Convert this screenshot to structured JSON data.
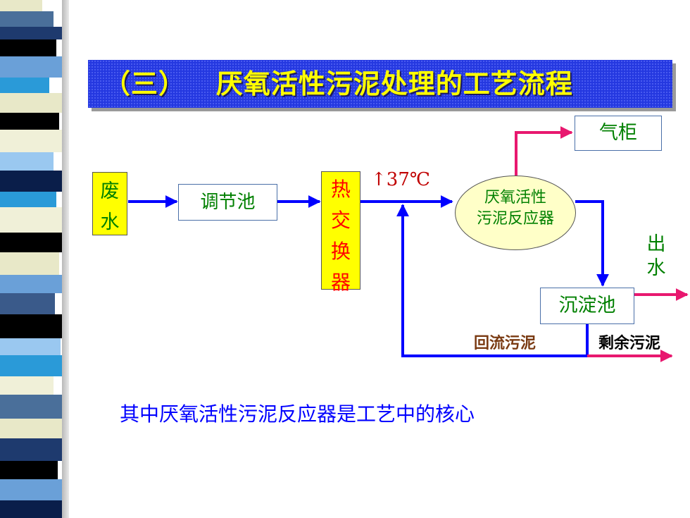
{
  "title": "（三）   厌氧活性污泥处理的工艺流程",
  "nodes": {
    "wastewater": [
      "废",
      "水"
    ],
    "regulating_tank": "调节池",
    "heat_exchanger": [
      "热",
      "交",
      "换",
      "器"
    ],
    "reactor": [
      "厌氧活性",
      "污泥反应器"
    ],
    "gas_holder": "气柜",
    "settling_tank": "沉淀池"
  },
  "labels": {
    "temperature": "↑37℃",
    "outflow": [
      "出",
      "水"
    ],
    "return_sludge": "回流污泥",
    "excess_sludge": "剩余污泥"
  },
  "caption": "其中厌氧活性污泥反应器是工艺中的核心",
  "colors": {
    "flow_blue": "#0000ff",
    "flow_pink": "#e8186f",
    "banner_blue": "#2438e0",
    "title_yellow": "#ffff00",
    "box_yellow": "#ffff00",
    "reactor_fill": "#ffffc8",
    "node_text_green": "#008000",
    "exchanger_text_red": "#ff0000"
  }
}
